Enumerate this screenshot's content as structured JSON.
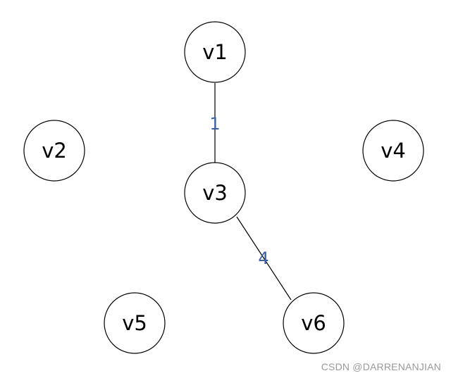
{
  "graph": {
    "nodes": [
      {
        "id": "v1",
        "label": "v1"
      },
      {
        "id": "v2",
        "label": "v2"
      },
      {
        "id": "v3",
        "label": "v3"
      },
      {
        "id": "v4",
        "label": "v4"
      },
      {
        "id": "v5",
        "label": "v5"
      },
      {
        "id": "v6",
        "label": "v6"
      }
    ],
    "edges": [
      {
        "from": "v1",
        "to": "v3",
        "weight": "1"
      },
      {
        "from": "v3",
        "to": "v6",
        "weight": "4"
      }
    ]
  },
  "colors": {
    "node_stroke": "#000000",
    "edge_stroke": "#000000",
    "weight_text": "#3a5fa8",
    "watermark_text": "#9a9a9a"
  },
  "watermark": "CSDN @DARRENANJIAN"
}
